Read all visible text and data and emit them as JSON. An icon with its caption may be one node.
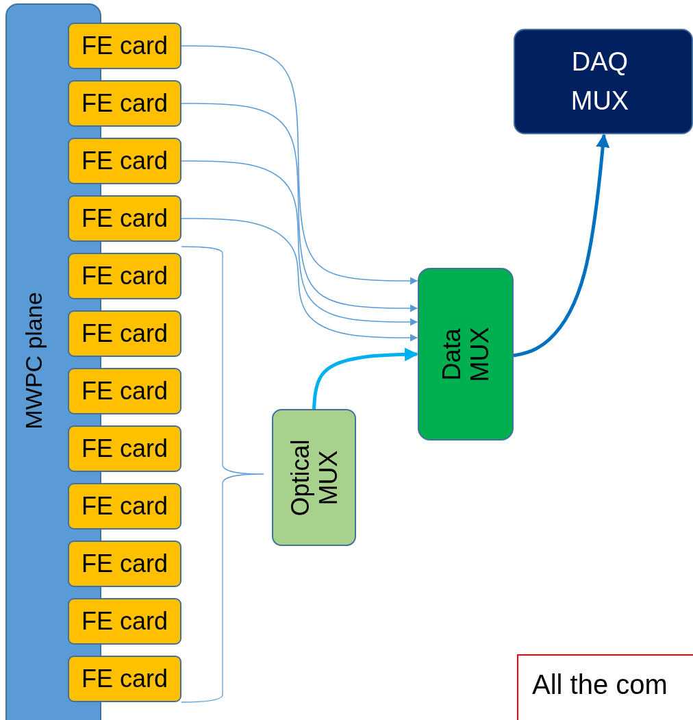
{
  "diagram": {
    "nodes": [
      {
        "text": [
          "MWPC plane"
        ]
      },
      {
        "text": [
          "FE card"
        ]
      },
      {
        "text": [
          "FE card"
        ]
      },
      {
        "text": [
          "FE card"
        ]
      },
      {
        "text": [
          "FE card"
        ]
      },
      {
        "text": [
          "FE card"
        ]
      },
      {
        "text": [
          "FE card"
        ]
      },
      {
        "text": [
          "FE card"
        ]
      },
      {
        "text": [
          "FE card"
        ]
      },
      {
        "text": [
          "FE card"
        ]
      },
      {
        "text": [
          "FE card"
        ]
      },
      {
        "text": [
          "FE card"
        ]
      },
      {
        "text": [
          "FE card"
        ]
      },
      {
        "text": [
          "Optical MUX"
        ]
      },
      {
        "text": [
          "Data MUX"
        ]
      },
      {
        "text": [
          "DAQ MUX"
        ]
      },
      {
        "text": [
          "All the com"
        ]
      }
    ],
    "edges": [
      {
        "from": 1,
        "to": 14,
        "arrow": "to"
      },
      {
        "from": 2,
        "to": 14,
        "arrow": "to"
      },
      {
        "from": 3,
        "to": 14,
        "arrow": "to"
      },
      {
        "from": 4,
        "to": 14,
        "arrow": "to"
      },
      {
        "from": 13,
        "to": 14,
        "arrow": "to",
        "style": "thick",
        "color": "#00b0f0"
      },
      {
        "from": 14,
        "to": 15,
        "arrow": "to",
        "style": "thick",
        "color": "#0070c0"
      }
    ]
  }
}
